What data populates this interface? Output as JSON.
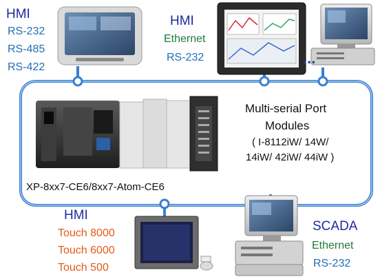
{
  "top_left": {
    "title": "HMI",
    "lines": [
      "RS-232",
      "RS-485",
      "RS-422"
    ]
  },
  "top_middle": {
    "title": "HMI",
    "line1": "Ethernet",
    "line2": "RS-232"
  },
  "top_right": {
    "ellipsis": "..."
  },
  "center": {
    "line1": "Multi-serial Port",
    "line2": "Modules",
    "line3": "( I-8112iW/ 14W/",
    "line4": "14iW/ 42iW/ 44iW )",
    "controller_label": "XP-8xx7-CE6/8xx7-Atom-CE6"
  },
  "bottom_left": {
    "title": "HMI",
    "lines": [
      "Touch 8000",
      "Touch 6000",
      "Touch 500"
    ]
  },
  "bottom_right": {
    "title": "SCADA",
    "line1": "Ethernet",
    "line2": "RS-232"
  },
  "colors": {
    "bus": "#3a7fd0",
    "bus_fill": "#ffffff",
    "hmi_title": "#1f2a9a",
    "blue_text": "#1f6fb8",
    "green_text": "#1f7a3a",
    "orange_text": "#e35a1a"
  }
}
